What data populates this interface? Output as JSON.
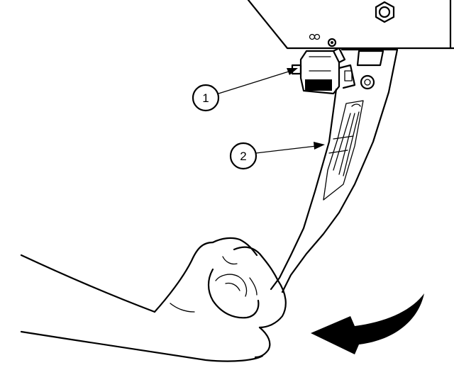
{
  "callouts": [
    {
      "label": "1",
      "target": "switch"
    },
    {
      "label": "2",
      "target": "pedal"
    }
  ],
  "colors": {
    "ink": "#000000",
    "paper": "#ffffff"
  },
  "icons": [
    "rotation-arrow-icon",
    "nut-icon"
  ]
}
